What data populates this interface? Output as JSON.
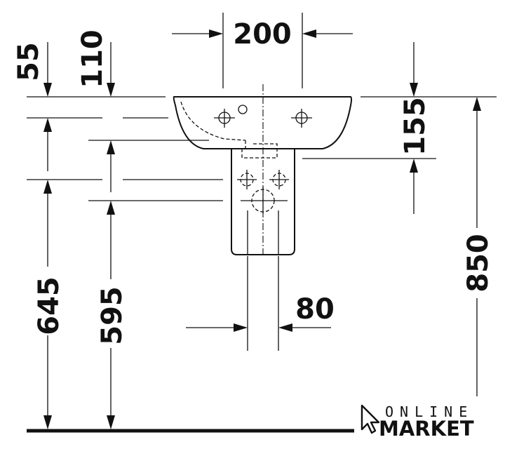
{
  "dimensions": {
    "width_top": "200",
    "drain_width": "80",
    "offset_55": "55",
    "offset_110": "110",
    "depth_155": "155",
    "height_645": "645",
    "height_595": "595",
    "height_850": "850"
  },
  "logo": {
    "line1": "ONLINE",
    "line2": "MARKET"
  },
  "colors": {
    "ink": "#111111",
    "background": "#ffffff"
  }
}
